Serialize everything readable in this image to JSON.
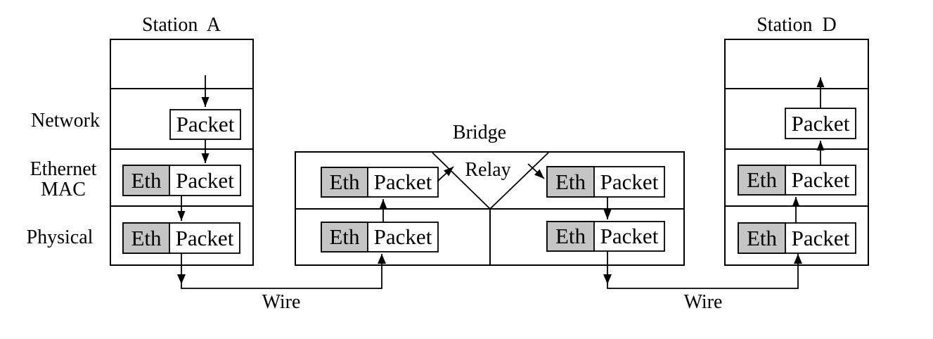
{
  "colors": {
    "eth_fill": "#c5c5c5",
    "line": "#000000",
    "background": "#ffffff"
  },
  "stations": {
    "a": {
      "title": "Station  A"
    },
    "d": {
      "title": "Station  D"
    }
  },
  "bridge": {
    "title": "Bridge",
    "relay": "Relay"
  },
  "layers": {
    "network": "Network",
    "ethernet_mac": "Ethernet\nMAC",
    "physical": "Physical"
  },
  "frame": {
    "eth": "Eth",
    "packet": "Packet"
  },
  "wires": {
    "left": "Wire",
    "right": "Wire"
  }
}
